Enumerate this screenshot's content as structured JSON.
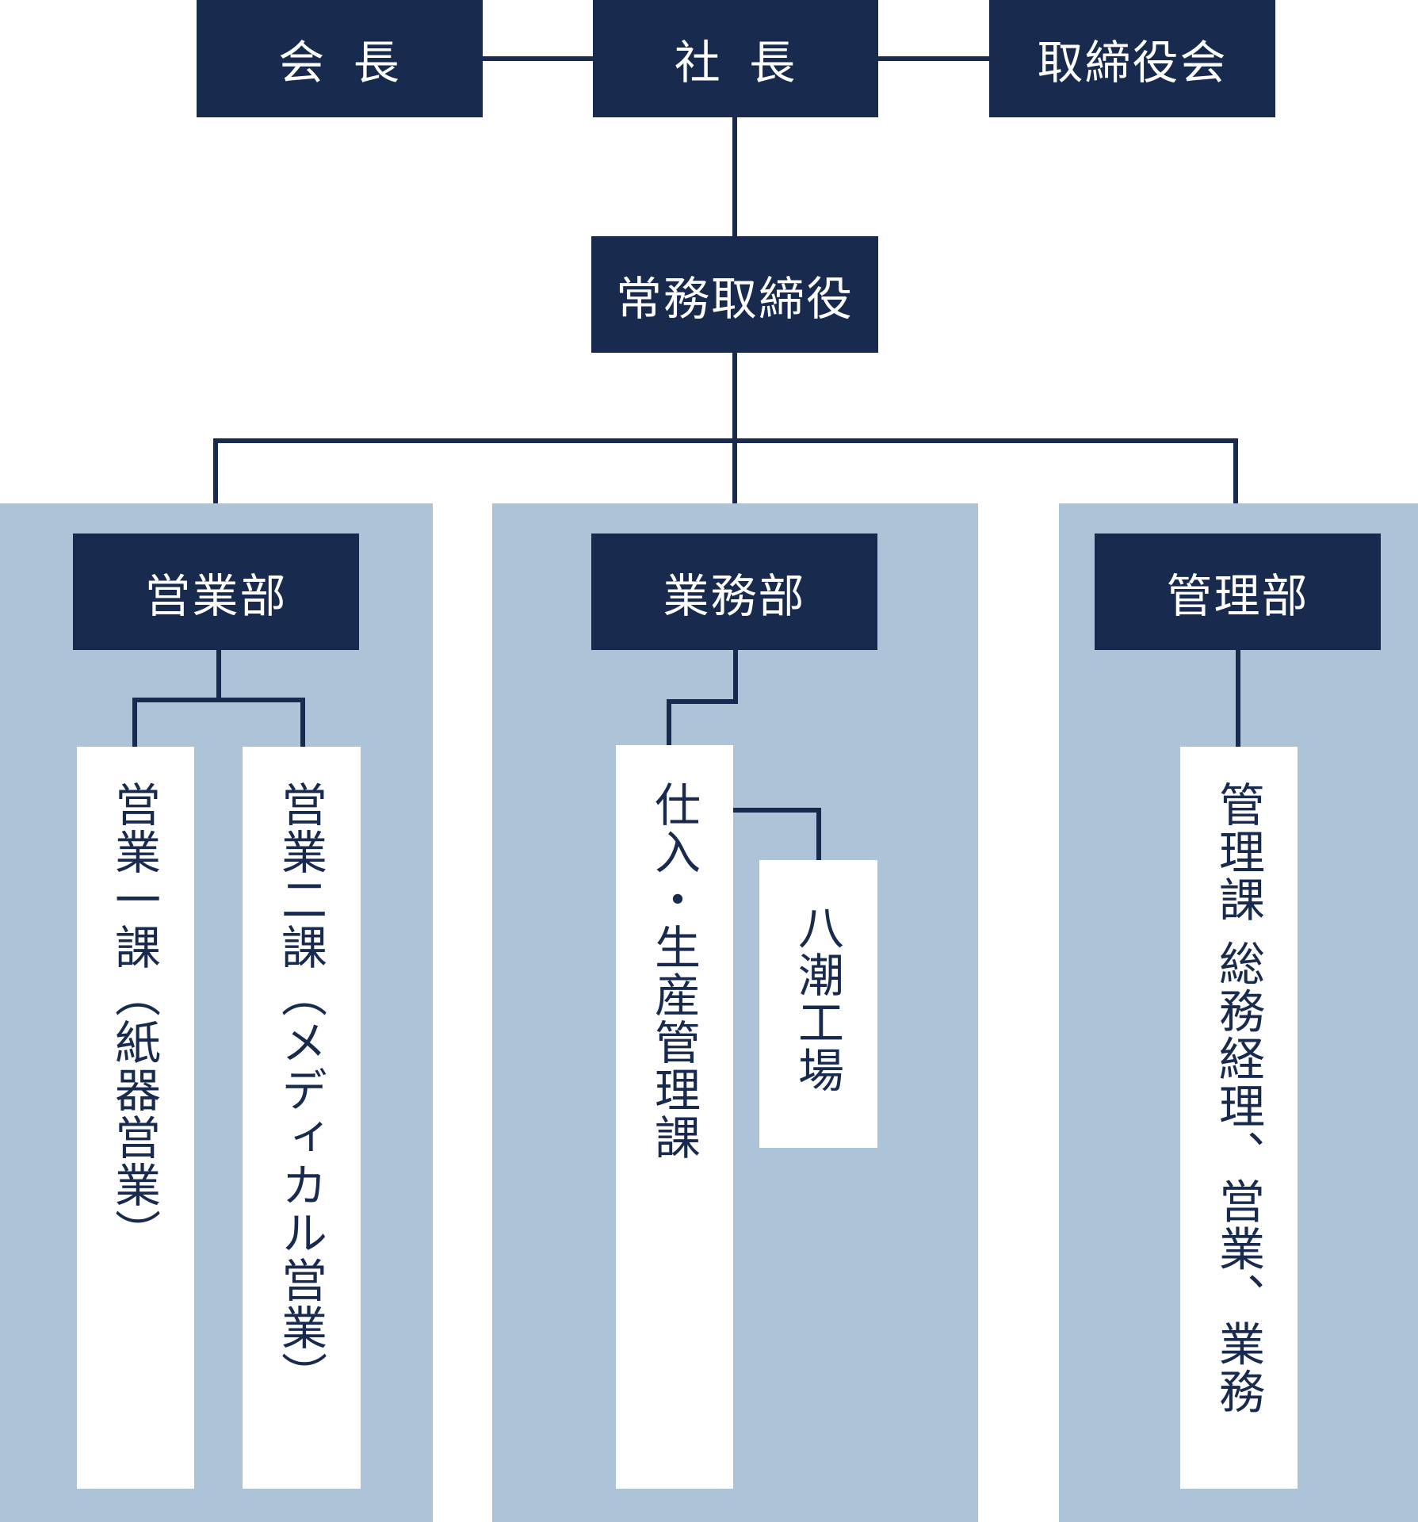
{
  "top": {
    "chairman": "会 長",
    "president": "社 長",
    "board": "取締役会"
  },
  "managing_director": "常務取締役",
  "departments": {
    "sales": {
      "name": "営業部",
      "sections": [
        "営業一課（紙器営業）",
        "営業二課（メディカル営業）"
      ]
    },
    "operations": {
      "name": "業務部",
      "section": "仕入・生産管理課",
      "factory": "八潮工場"
    },
    "management": {
      "name": "管理部",
      "section": "管理課 総務経理、営業、業務"
    }
  },
  "colors": {
    "navy": "#182a4e",
    "panel": "#adc3d8",
    "card": "#ffffff"
  }
}
